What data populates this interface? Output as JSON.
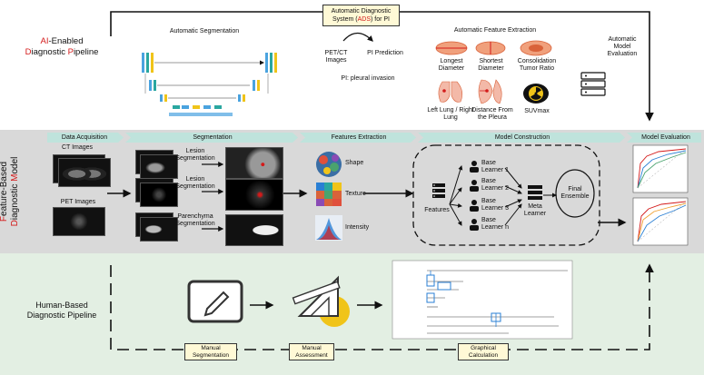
{
  "ai_pipeline": {
    "title_parts": [
      "AI",
      "-Enabled",
      "D",
      "iagnostic ",
      "P",
      "ipeline"
    ],
    "ads_label": "Automatic Diagnostic System (ADS) for PI",
    "ads_prefix": "Automatic Diagnostic",
    "ads_system": "System (",
    "ads_abbr": "ADS",
    "ads_suffix": ") for PI",
    "auto_segmentation": "Automatic Segmentation",
    "petct_images": "PET/CT Images",
    "pi_prediction": "PI Prediction",
    "pi_note": "PI: pleural invasion",
    "auto_feature_extraction": "Automatic Feature Extraction",
    "features": [
      "Longest Diameter",
      "Shortest Diameter",
      "Consolidation Tumor Ratio",
      "Left Lung / Right Lung",
      "Distance From the Pleura",
      "SUVmax"
    ],
    "auto_model_evaluation": "Automatic Model Evaluation"
  },
  "feature_pipeline": {
    "title_parts": [
      "F",
      "eature-Based ",
      "D",
      "iagnostic ",
      "M",
      "odel"
    ],
    "stages": [
      "Data Acquisition",
      "Segmentation",
      "Features Extraction",
      "Model Construction",
      "Model Evaluation"
    ],
    "ct_images": "CT Images",
    "pet_images": "PET Images",
    "seg_lesion_1": "Lesion Segmentation",
    "seg_lesion_2": "Lesion Segmentation",
    "seg_parenchyma": "Parenchyma Segmentation",
    "feature_types": [
      "Shape",
      "Texture",
      "Intensity"
    ],
    "features_label": "Features",
    "base_learners": [
      "Base Learner 1",
      "Base Learner 2",
      "Base Learner 3",
      "Base Learner n"
    ],
    "meta_learner": "Meta Learner",
    "final_ensemble": "Final Ensemble"
  },
  "human_pipeline": {
    "title": "Human-Based Diagnostic Pipeline",
    "steps": [
      "Manual Segmentation",
      "Manual Assessment",
      "Graphical Calculation"
    ]
  },
  "colors": {
    "red_accent": "#d41a1a",
    "stage_bar": "#bfe3dc",
    "top_bg": "#ffffff",
    "mid_bg": "#d9d9d9",
    "bottom_bg": "#e3efe3",
    "label_box": "#fff9d6",
    "teal": "#2aa7a0",
    "blue": "#2a7fd4",
    "yellow": "#f0c419"
  },
  "icons": [
    "curved-arrow-icon",
    "server-icon",
    "radiation-icon",
    "tablet-pen-icon",
    "ruler-set-icon",
    "database-icon",
    "person-icon",
    "roc-plot-icon",
    "lung-icon"
  ]
}
